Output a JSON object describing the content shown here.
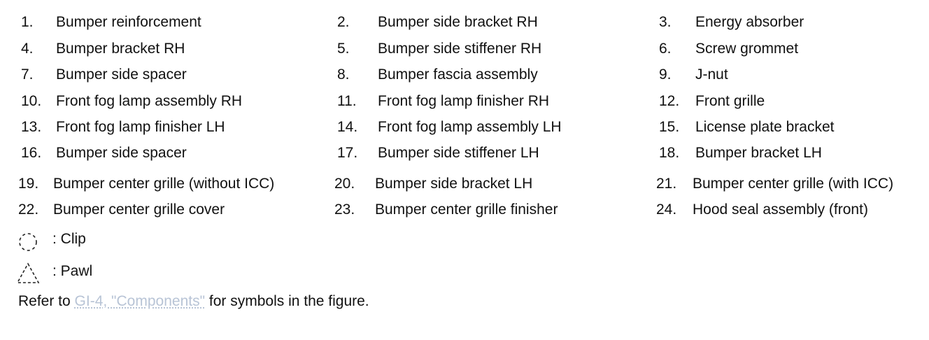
{
  "parts": [
    {
      "num": "1.",
      "label": "Bumper reinforcement"
    },
    {
      "num": "2.",
      "label": "Bumper side bracket RH"
    },
    {
      "num": "3.",
      "label": "Energy absorber"
    },
    {
      "num": "4.",
      "label": "Bumper bracket RH"
    },
    {
      "num": "5.",
      "label": "Bumper side stiffener RH"
    },
    {
      "num": "6.",
      "label": "Screw grommet"
    },
    {
      "num": "7.",
      "label": "Bumper side spacer"
    },
    {
      "num": "8.",
      "label": "Bumper fascia assembly"
    },
    {
      "num": "9.",
      "label": "J-nut"
    },
    {
      "num": "10.",
      "label": "Front fog lamp assembly RH"
    },
    {
      "num": "11.",
      "label": "Front fog lamp finisher RH"
    },
    {
      "num": "12.",
      "label": "Front grille"
    },
    {
      "num": "13.",
      "label": "Front fog lamp finisher LH"
    },
    {
      "num": "14.",
      "label": "Front fog lamp assembly LH"
    },
    {
      "num": "15.",
      "label": "License plate bracket"
    },
    {
      "num": "16.",
      "label": "Bumper side spacer"
    },
    {
      "num": "17.",
      "label": "Bumper side stiffener LH"
    },
    {
      "num": "18.",
      "label": "Bumper bracket LH"
    },
    {
      "num": "19.",
      "label": "Bumper center grille (without ICC)"
    },
    {
      "num": "20.",
      "label": "Bumper side bracket LH"
    },
    {
      "num": "21.",
      "label": "Bumper center grille (with ICC)"
    },
    {
      "num": "22.",
      "label": "Bumper center grille cover"
    },
    {
      "num": "23.",
      "label": "Bumper center grille finisher"
    },
    {
      "num": "24.",
      "label": "Hood seal assembly (front)"
    }
  ],
  "symbols": {
    "clip": {
      "label": ": Clip",
      "icon": "dashed-circle-icon"
    },
    "pawl": {
      "label": ": Pawl",
      "icon": "dashed-triangle-icon"
    }
  },
  "refer": {
    "prefix": "Refer to ",
    "link": "GI-4, \"Components\"",
    "suffix": " for symbols in the figure."
  }
}
